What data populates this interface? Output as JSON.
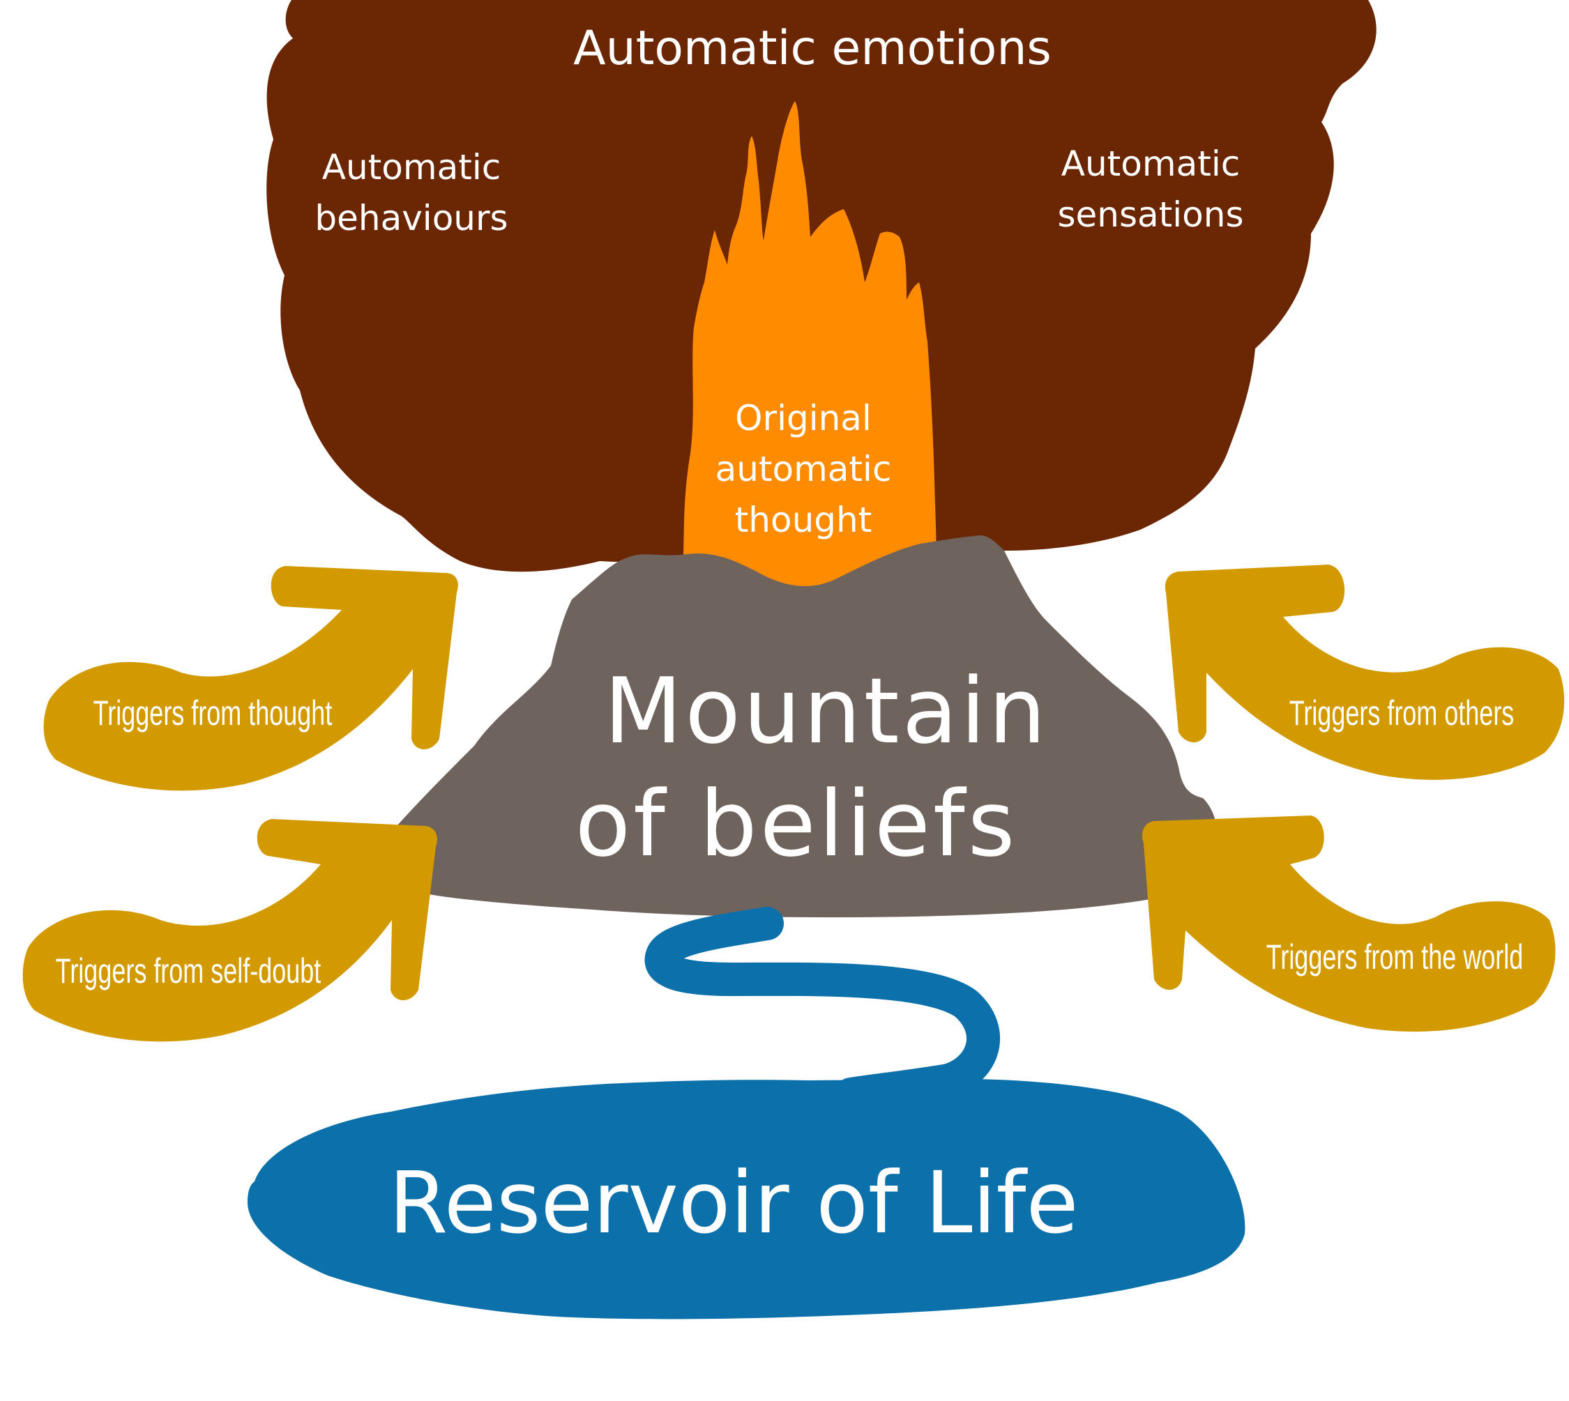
{
  "colors": {
    "smoke": "#6b2604",
    "fire": "#ff8c00",
    "mountain": "#6f635e",
    "arrow": "#d39a00",
    "water": "#0c70aa",
    "text": "#ffffff",
    "background": "#ffffff"
  },
  "smoke": {
    "emotions": "Automatic emotions",
    "behaviours_line1": "Automatic",
    "behaviours_line2": "behaviours",
    "sensations_line1": "Automatic",
    "sensations_line2": "sensations"
  },
  "fire": {
    "line1": "Original",
    "line2": "automatic",
    "line3": "thought"
  },
  "mountain": {
    "line1": "Mountain",
    "line2": "of beliefs"
  },
  "triggers": {
    "thought": "Triggers from thought",
    "self_doubt": "Triggers from self-doubt",
    "others": "Triggers from others",
    "world": "Triggers from the world"
  },
  "reservoir": {
    "label": "Reservoir of Life"
  }
}
